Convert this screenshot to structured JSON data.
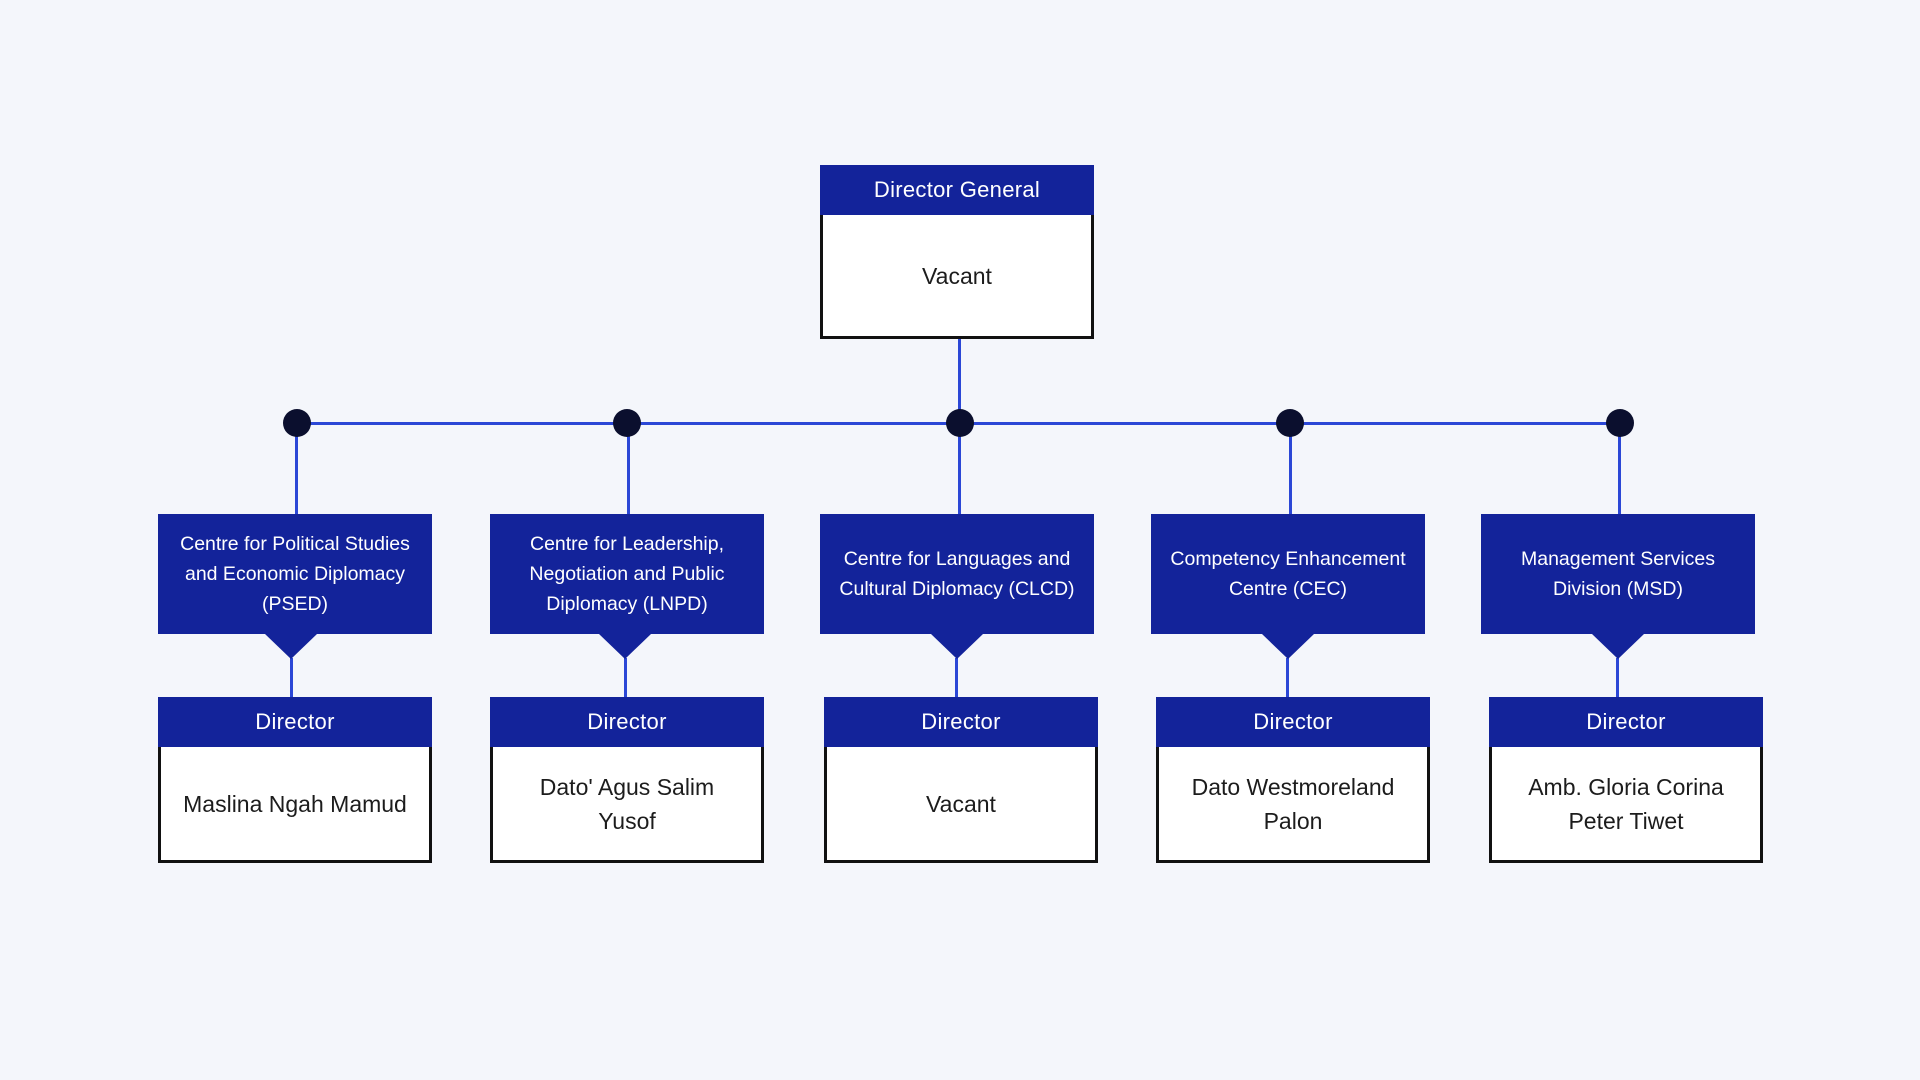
{
  "colors": {
    "box_fill": "#13239a",
    "connector": "#2b47d6",
    "node_dot": "#0b0f2e",
    "background": "#f4f6fb"
  },
  "top": {
    "title": "Director General",
    "name": "Vacant"
  },
  "departments": [
    {
      "unit": "Centre for Political Studies and Economic Diplomacy (PSED)",
      "role": "Director",
      "name": "Maslina Ngah Mamud"
    },
    {
      "unit": "Centre for Leadership, Negotiation and Public Diplomacy (LNPD)",
      "role": "Director",
      "name": "Dato' Agus Salim Yusof"
    },
    {
      "unit": "Centre for Languages and Cultural Diplomacy (CLCD)",
      "role": "Director",
      "name": "Vacant"
    },
    {
      "unit": "Competency Enhancement Centre (CEC)",
      "role": "Director",
      "name": "Dato Westmoreland Palon"
    },
    {
      "unit": "Management Services Division (MSD)",
      "role": "Director",
      "name": "Amb. Gloria Corina Peter Tiwet"
    }
  ]
}
